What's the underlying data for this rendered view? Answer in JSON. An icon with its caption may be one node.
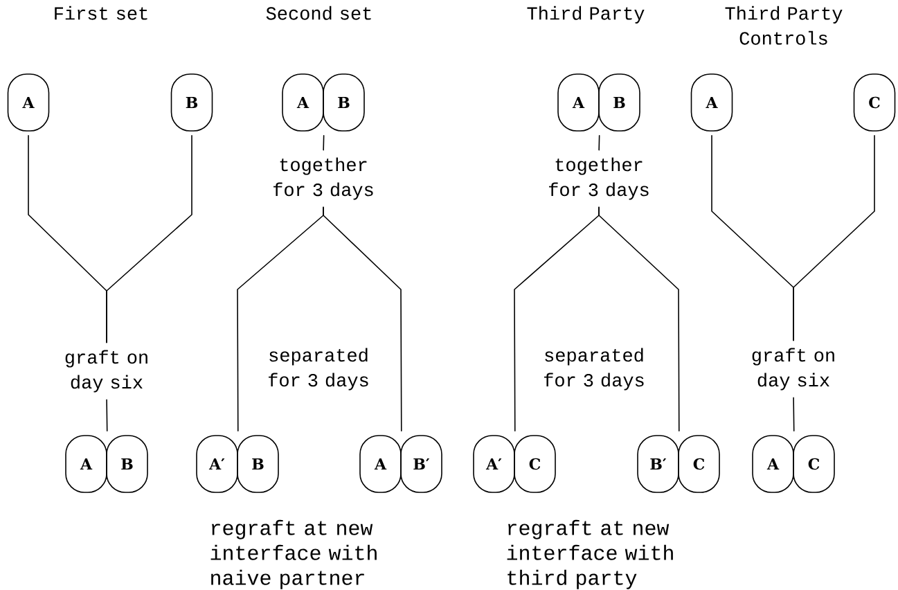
{
  "diagram": {
    "nodes": [
      {
        "text": [
          "A"
        ]
      },
      {
        "text": [
          "B"
        ]
      },
      {
        "text": [
          "A"
        ]
      },
      {
        "text": [
          "B"
        ]
      },
      {
        "text": [
          "A"
        ]
      },
      {
        "text": [
          "B"
        ]
      },
      {
        "text": [
          "A"
        ]
      },
      {
        "text": [
          "C"
        ]
      },
      {
        "text": [
          "together for 3 days"
        ]
      },
      {
        "text": [
          "together for 3 days"
        ]
      },
      {
        "text": [
          "graft on day six"
        ]
      },
      {
        "text": [
          "graft on day six"
        ]
      },
      {
        "text": [
          "A"
        ]
      },
      {
        "text": [
          "B"
        ]
      },
      {
        "text": [
          "A′"
        ]
      },
      {
        "text": [
          "B"
        ]
      },
      {
        "text": [
          "A"
        ]
      },
      {
        "text": [
          "B′"
        ]
      },
      {
        "text": [
          "A′"
        ]
      },
      {
        "text": [
          "C"
        ]
      },
      {
        "text": [
          "B′"
        ]
      },
      {
        "text": [
          "C"
        ]
      },
      {
        "text": [
          "A"
        ]
      },
      {
        "text": [
          "C"
        ]
      }
    ],
    "edges": [
      {
        "from": 0,
        "to": 10,
        "arrow": "none"
      },
      {
        "from": 1,
        "to": 10,
        "arrow": "none"
      },
      {
        "from": 10,
        "to": 12,
        "arrow": "none"
      },
      {
        "from": 2,
        "to": 8,
        "arrow": "none"
      },
      {
        "from": 8,
        "to": 14,
        "arrow": "none"
      },
      {
        "from": 8,
        "to": 16,
        "arrow": "none"
      },
      {
        "from": 4,
        "to": 9,
        "arrow": "none"
      },
      {
        "from": 9,
        "to": 18,
        "arrow": "none"
      },
      {
        "from": 9,
        "to": 20,
        "arrow": "none"
      },
      {
        "from": 6,
        "to": 11,
        "arrow": "none"
      },
      {
        "from": 7,
        "to": 11,
        "arrow": "none"
      },
      {
        "from": 11,
        "to": 22,
        "arrow": "none"
      }
    ],
    "labels": [
      "First set",
      "Second set",
      "Third Party",
      "Third Party Controls",
      "separated for 3 days",
      "separated for 3 days",
      "regraft at new interface with naive partner",
      "regraft at new interface with third party"
    ]
  }
}
